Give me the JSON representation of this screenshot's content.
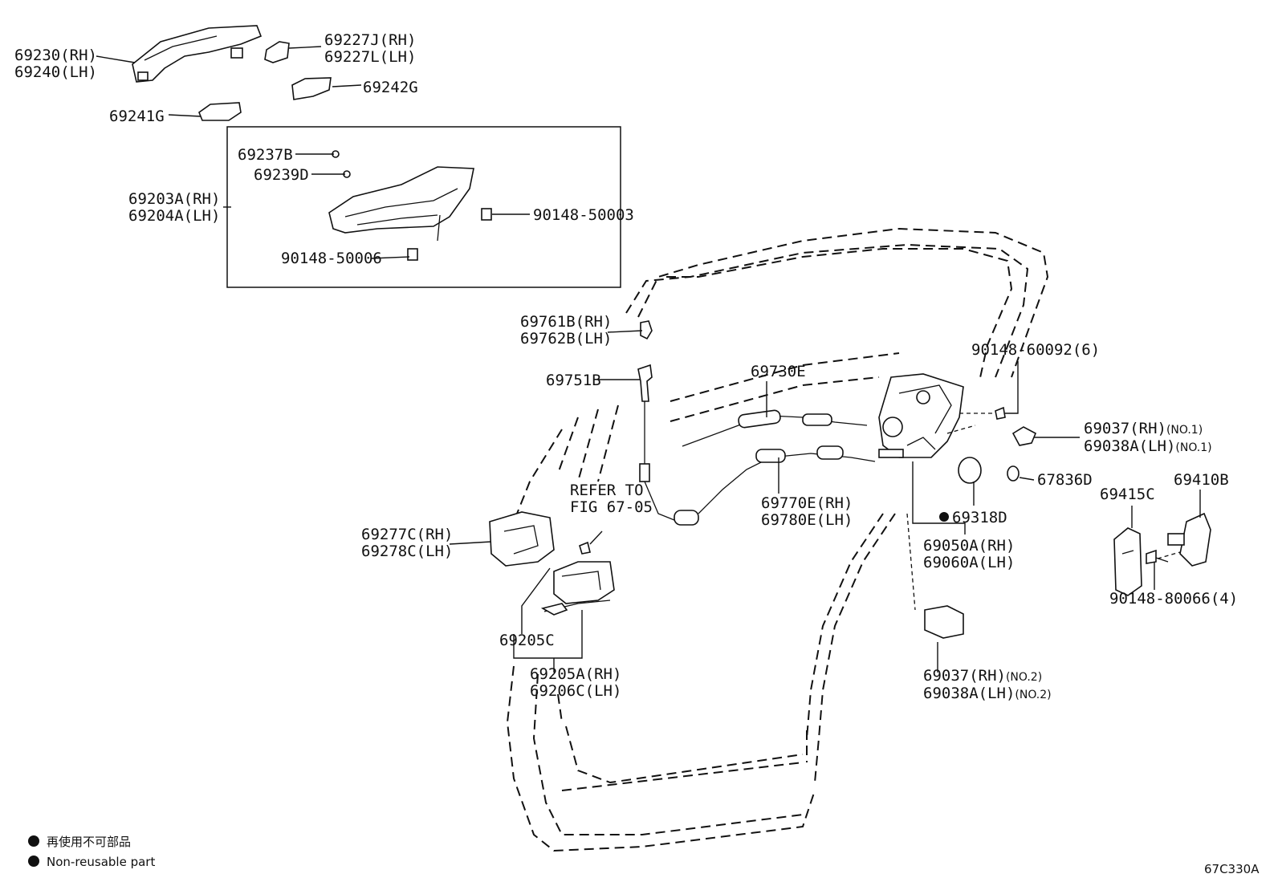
{
  "labels": {
    "p69230": "69230(RH)",
    "p69240": "69240(LH)",
    "p69227j": "69227J(RH)",
    "p69227l": "69227L(LH)",
    "p69242g": "69242G",
    "p69241g": "69241G",
    "p69237b": "69237B",
    "p69239d": "69239D",
    "p69203a": "69203A(RH)",
    "p69204a": "69204A(LH)",
    "p90148_50003": "90148-50003",
    "p90148_50006": "90148-50006",
    "p69761b": "69761B(RH)",
    "p69762b": "69762B(LH)",
    "p69751b": "69751B",
    "p69730e": "69730E",
    "p90148_60092": "90148-60092(6)",
    "p69037_rh1": "69037(RH)",
    "p69037_rh1_sub": "(NO.1)",
    "p69038a_lh1": "69038A(LH)",
    "p69038a_lh1_sub": "(NO.1)",
    "p67836d": "67836D",
    "p69410b": "69410B",
    "p69415c": "69415C",
    "refer1": "REFER TO",
    "refer2": "FIG 67-05",
    "p69770e": "69770E(RH)",
    "p69780e": "69780E(LH)",
    "p69318d": "69318D",
    "p69050a": "69050A(RH)",
    "p69060a": "69060A(LH)",
    "p90148_80066": "90148-80066(4)",
    "p69277c": "69277C(RH)",
    "p69278c": "69278C(LH)",
    "p69205c": "69205C",
    "p69205a": "69205A(RH)",
    "p69206c": "69206C(LH)",
    "p69037_rh2": "69037(RH)",
    "p69037_rh2_sub": "(NO.2)",
    "p69038a_lh2": "69038A(LH)",
    "p69038a_lh2_sub": "(NO.2)"
  },
  "legend": {
    "jp": "再使用不可部品",
    "en": "Non-reusable part"
  },
  "figure_code": "67C330A"
}
